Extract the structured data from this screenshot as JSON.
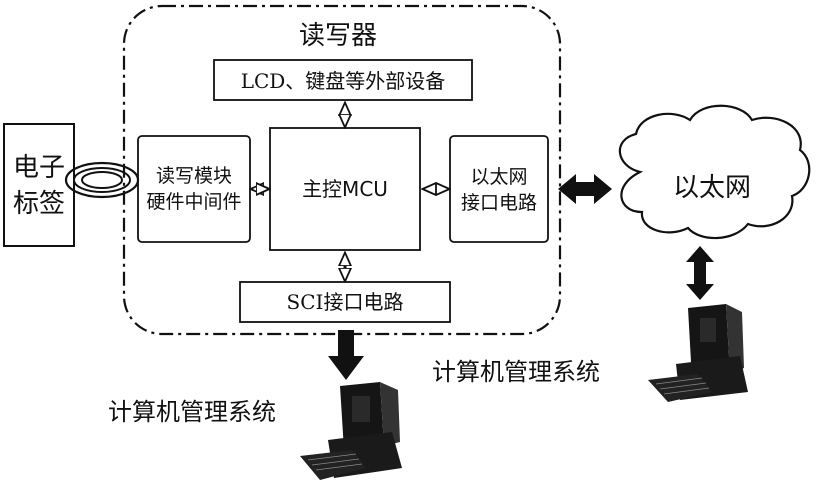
{
  "reader": {
    "title": "读写器",
    "peripheral_box": "LCD、键盘等外部设备",
    "module_box": [
      "读写模块",
      "硬件中间件"
    ],
    "mcu_box": "主控MCU",
    "eth_iface_box": [
      "以太网",
      "接口电路"
    ],
    "sci_box": "SCI接口电路"
  },
  "tag": {
    "label": [
      "电子",
      "标签"
    ]
  },
  "ethernet_cloud": {
    "label": "以太网"
  },
  "computers": {
    "right_label": "计算机管理系统",
    "bottom_label": "计算机管理系统"
  }
}
